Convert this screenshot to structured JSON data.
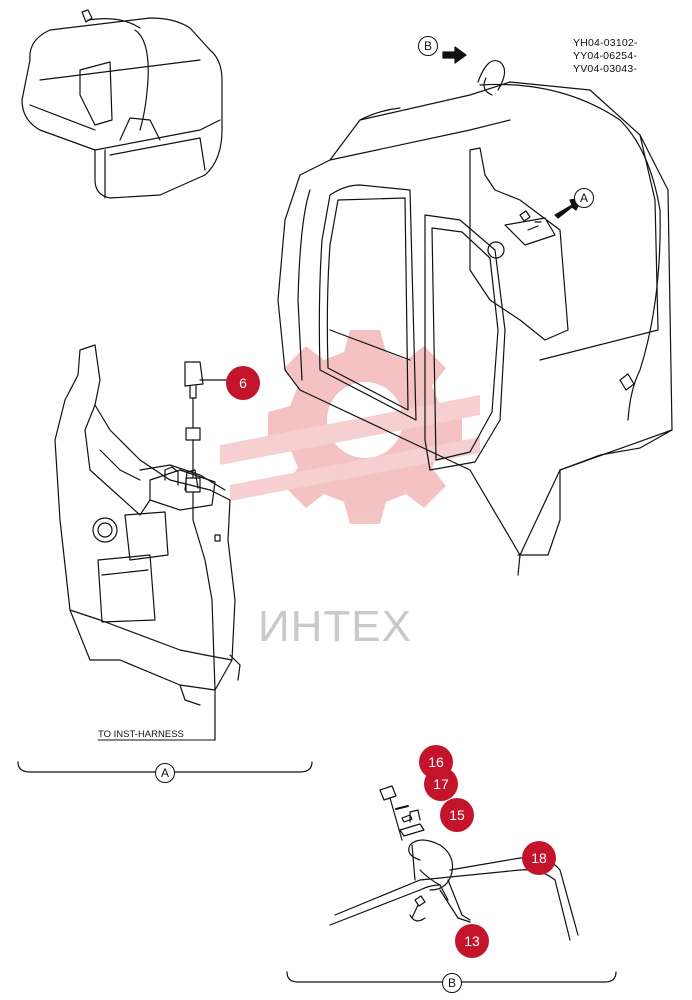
{
  "serials": [
    "YH04-03102-",
    "YY04-06254-",
    "YV04-03043-"
  ],
  "views": {
    "a_marker": "A",
    "b_marker": "B",
    "a_label": "A",
    "b_label": "B"
  },
  "note_to_inst_harness": "TO INST-HARNESS",
  "watermark": "ИНТЕХ",
  "callouts": {
    "c6": "6",
    "c16": "16",
    "c17": "17",
    "c15": "15",
    "c18": "18",
    "c13": "13"
  },
  "colors": {
    "callout": "#c4142b",
    "line": "#111111",
    "watermark": "#f2b7b7"
  }
}
